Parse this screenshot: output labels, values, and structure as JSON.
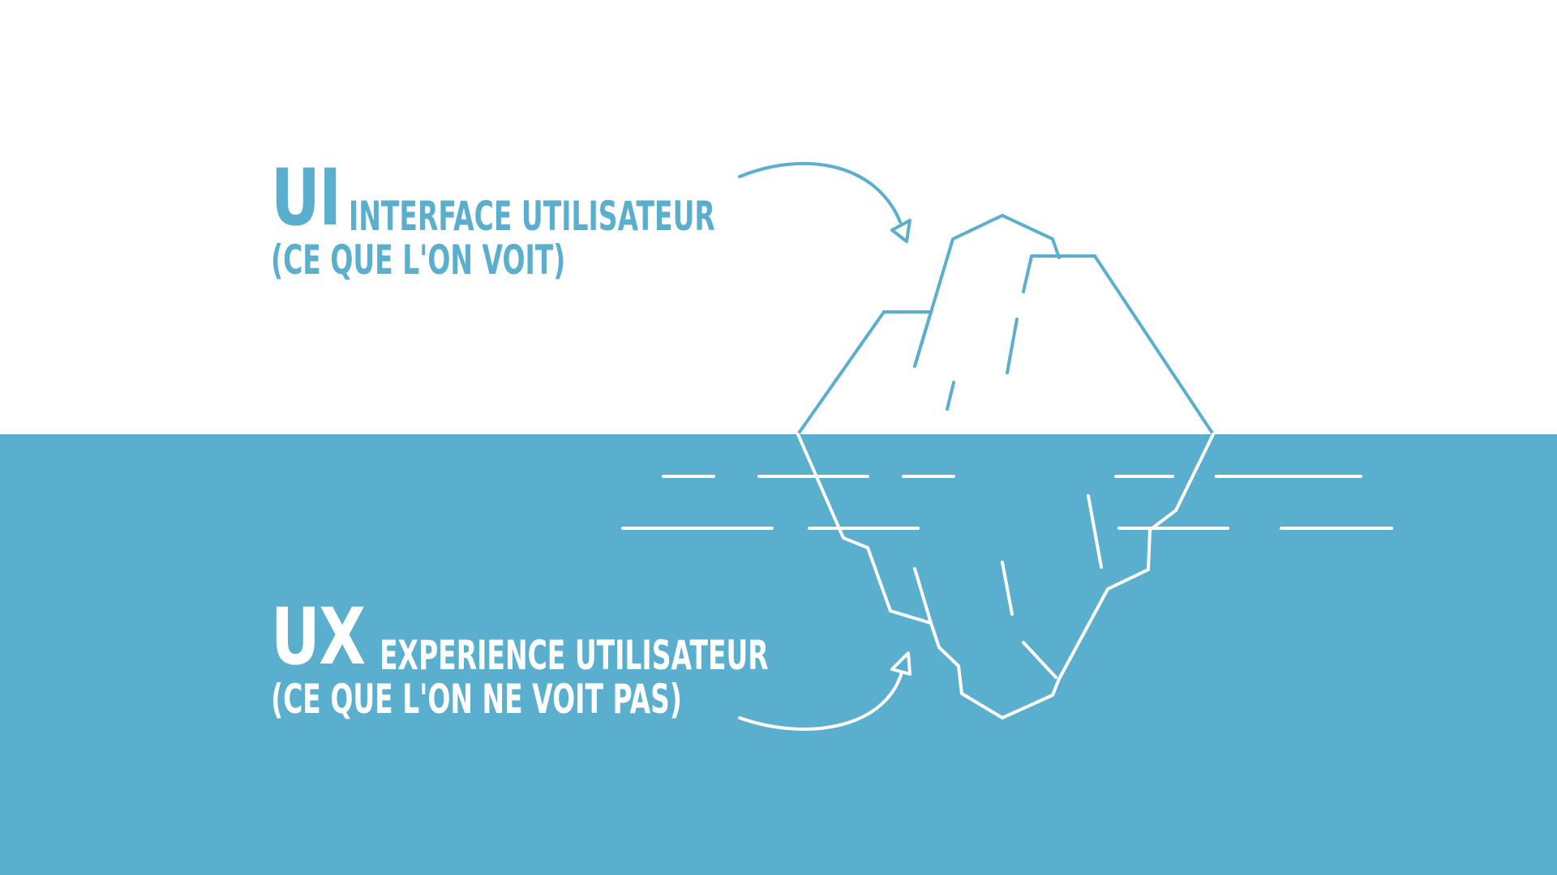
{
  "colors": {
    "sea": "#5aaece",
    "sky": "#ffffff",
    "accent": "#5aaece",
    "iceberg_below": "#ffffff"
  },
  "ui": {
    "acronym": "UI",
    "title": "INTERFACE UTILISATEUR",
    "subtitle": "(CE QUE L'ON VOIT)"
  },
  "ux": {
    "acronym": "UX",
    "title": "EXPERIENCE UTILISATEUR",
    "subtitle": "(CE QUE L'ON NE VOIT PAS)"
  },
  "icons": {
    "top_arrow": "curved-arrow-icon",
    "bottom_arrow": "curved-arrow-icon",
    "iceberg": "iceberg-icon"
  }
}
